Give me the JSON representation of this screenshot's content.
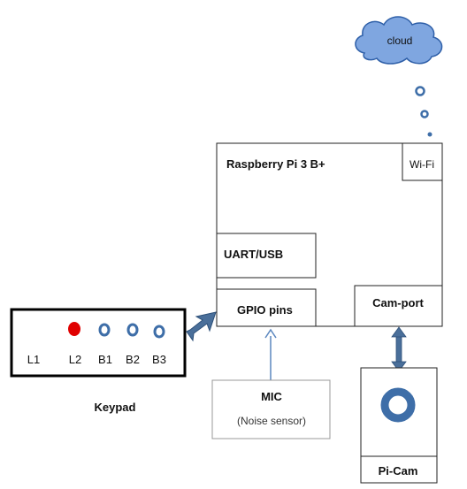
{
  "cloud": {
    "label": "cloud"
  },
  "raspberry_pi": {
    "title": "Raspberry Pi 3 B+",
    "wifi": "Wi-Fi",
    "uart": "UART/USB",
    "gpio": "GPIO pins",
    "cam_port": "Cam-port"
  },
  "keypad": {
    "caption": "Keypad",
    "labels": [
      "L1",
      "L2",
      "B1",
      "B2",
      "B3"
    ]
  },
  "mic": {
    "title": "MIC",
    "subtitle": "(Noise sensor)"
  },
  "picam": {
    "label": "Pi-Cam"
  },
  "colors": {
    "cloud_fill": "#7fa6e0",
    "cloud_stroke": "#2e5fa8",
    "dot_blue": "#3e6ea8",
    "led_red": "#e00000",
    "arrow_fill": "#4a6f9a",
    "arrow_stroke": "#2c4f78",
    "mic_arrow": "#5b87bf",
    "border": "#000000",
    "light_border": "#999999"
  }
}
